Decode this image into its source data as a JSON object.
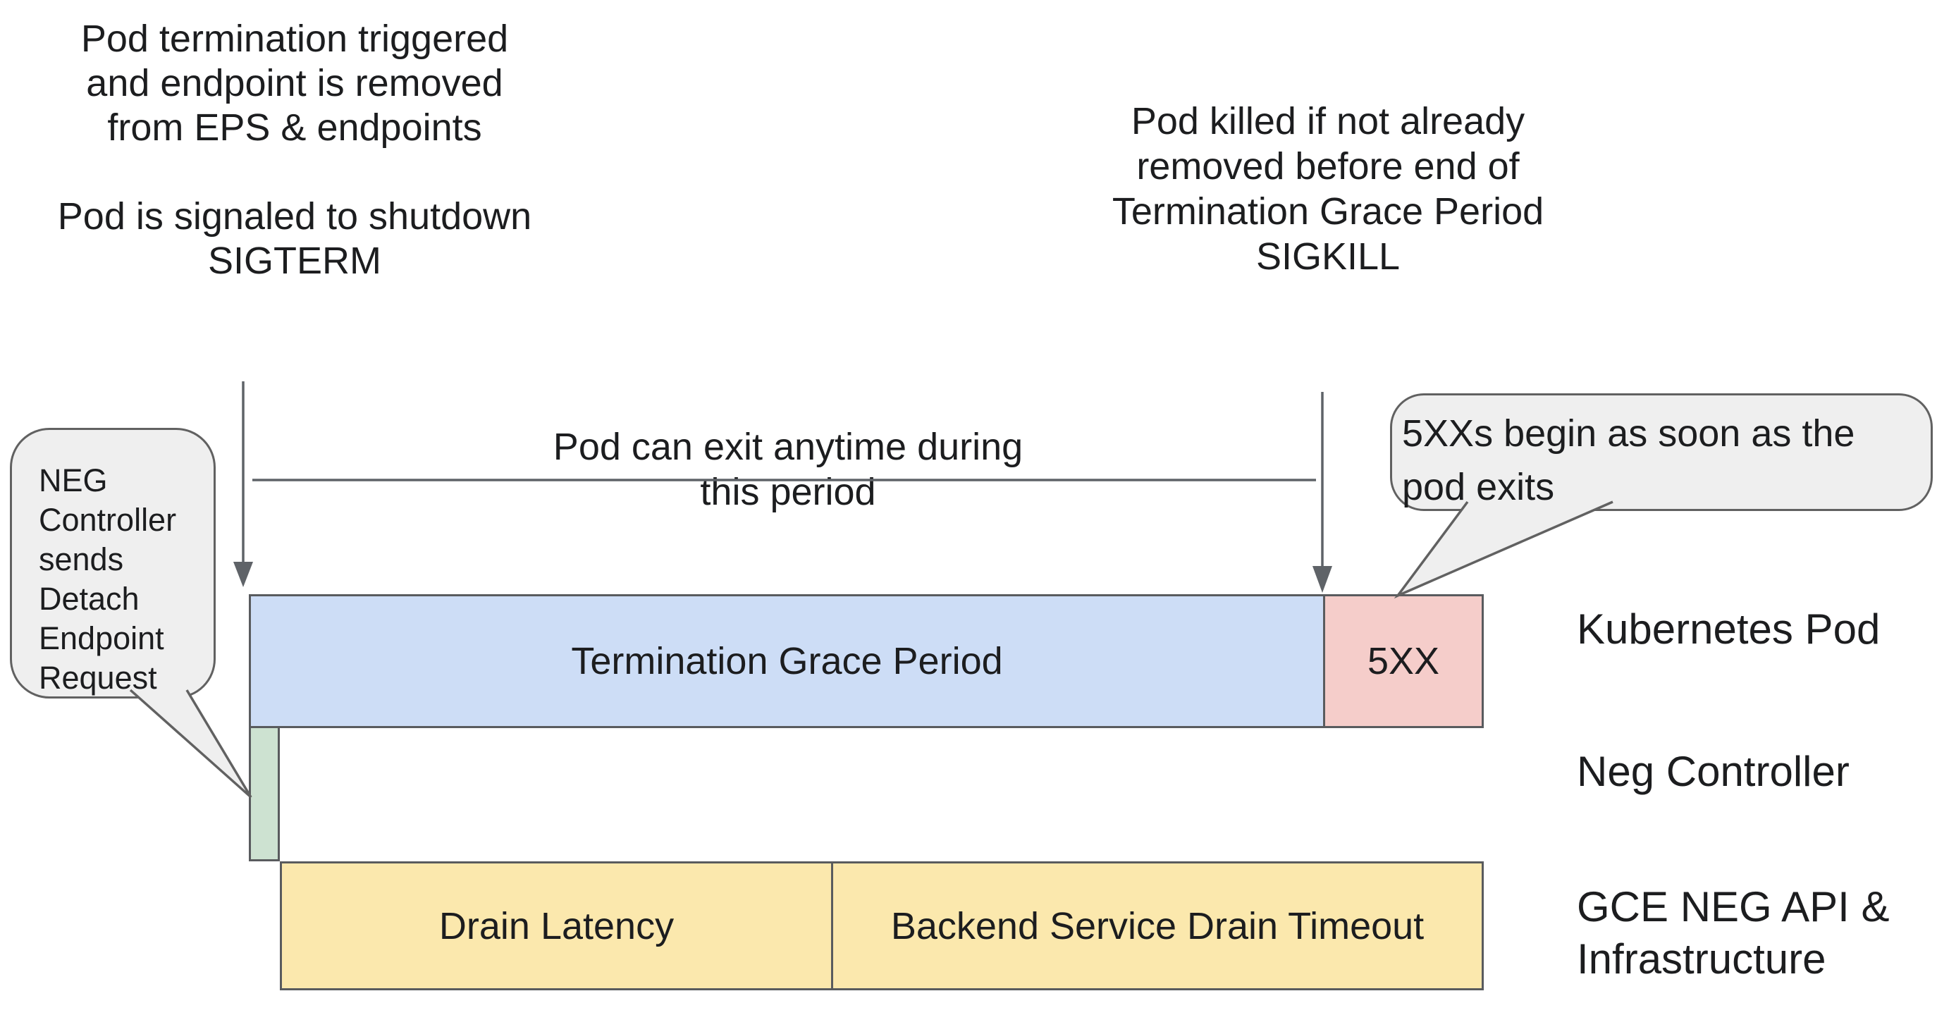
{
  "diagram": {
    "notes": {
      "pod_termination": "Pod termination triggered\nand endpoint is removed\nfrom EPS & endpoints\n\nPod is signaled to shutdown\nSIGTERM",
      "pod_killed": "Pod killed if not already\nremoved before end of\nTermination Grace Period\nSIGKILL",
      "exit_window": "Pod can exit anytime during this period"
    },
    "callouts": {
      "neg_controller": "NEG\nController\nsends\nDetach\nEndpoint\nRequest",
      "errors_begin": "5XXs begin as soon as the\npod exits"
    },
    "bars": {
      "termination_grace_period": "Termination Grace Period",
      "errors": "5XX",
      "drain_latency": "Drain Latency",
      "backend_service_drain_timeout": "Backend Service Drain Timeout"
    },
    "lanes": [
      {
        "label": "Kubernetes Pod"
      },
      {
        "label": "Neg Controller"
      },
      {
        "label": "GCE NEG API &\nInfrastructure"
      }
    ],
    "colors": {
      "grace_period_fill": "#cdddf6",
      "errors_fill": "#f5cdca",
      "neg_detach_fill": "#cde2d1",
      "gce_drain_fill": "#fbe8ad",
      "callout_fill": "#efefef",
      "outline": "#595b5e",
      "connector": "#5f6368",
      "text": "#1c1d1f"
    }
  }
}
